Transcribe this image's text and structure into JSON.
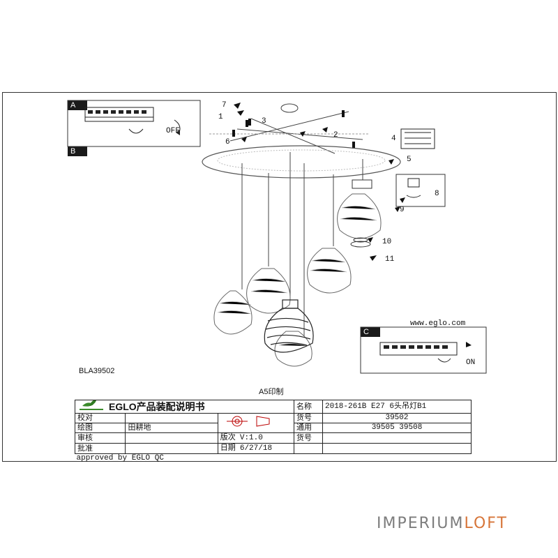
{
  "sheet": {
    "labels": {
      "a": "A",
      "b": "B",
      "c": "C"
    },
    "switch_off": "OFF",
    "switch_on": "ON",
    "website": "www.eglo.com",
    "model_code": "BLA39502",
    "print_size": "A5印制",
    "callouts": [
      "1",
      "2",
      "3",
      "4",
      "5",
      "6",
      "7",
      "8",
      "9",
      "10",
      "11"
    ]
  },
  "title_block": {
    "brand": "EGLO产品装配说明书",
    "rows": [
      {
        "role": "校对",
        "value": ""
      },
      {
        "role": "绘图",
        "value": "田耕地"
      },
      {
        "role": "审核",
        "value": ""
      },
      {
        "role": "批准",
        "value": ""
      }
    ],
    "version_label": "版次",
    "version_value": "V:1.0",
    "date_label": "日期",
    "date_value": "6/27/18",
    "name_label": "名称",
    "name_value": "2018-261B E27 6头吊灯B1",
    "item_label": "货号",
    "item_value": "39502",
    "compatible_label_1": "通用",
    "compatible_label_2": "货号",
    "compatible_value": "39505 39508",
    "approved": "approved by EGLO QC"
  },
  "watermark": {
    "part1": "IMPERIUM",
    "part2": "LOFT"
  }
}
